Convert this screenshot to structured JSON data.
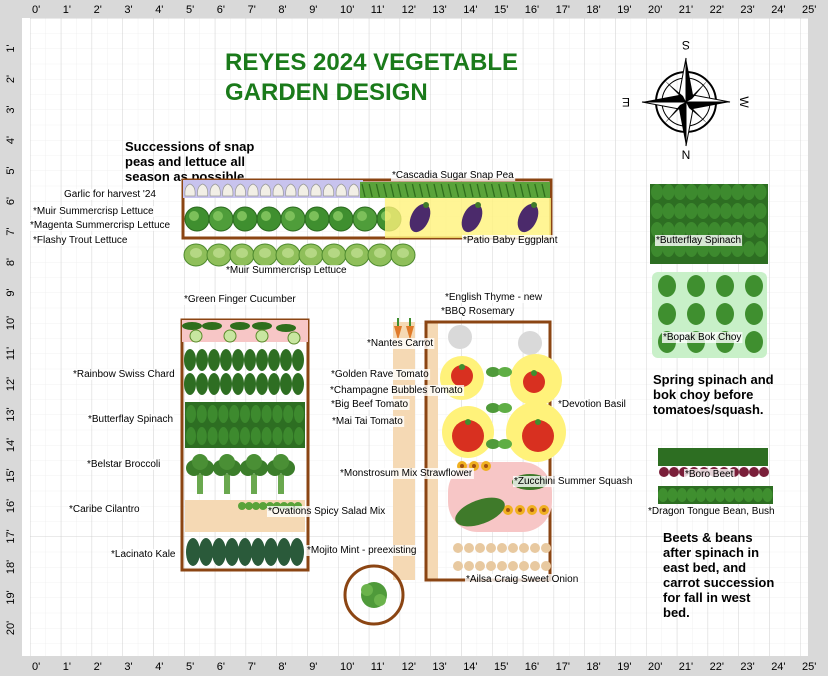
{
  "title": {
    "line1": "REYES 2024 VEGETABLE",
    "line2": "GARDEN DESIGN",
    "color": "#1a7a1a"
  },
  "ruler": {
    "top": [
      "0'",
      "1'",
      "2'",
      "3'",
      "4'",
      "5'",
      "6'",
      "7'",
      "8'",
      "9'",
      "10'",
      "11'",
      "12'",
      "13'",
      "14'",
      "15'",
      "16'",
      "17'",
      "18'",
      "19'",
      "20'",
      "21'",
      "22'",
      "23'",
      "24'",
      "25'"
    ],
    "left": [
      "1'",
      "2'",
      "3'",
      "4'",
      "5'",
      "6'",
      "7'",
      "8'",
      "9'",
      "10'",
      "11'",
      "12'",
      "13'",
      "14'",
      "15'",
      "16'",
      "17'",
      "18'",
      "19'",
      "20'"
    ]
  },
  "compass": {
    "n": "N",
    "s": "S",
    "e": "E",
    "w": "W"
  },
  "notes": {
    "successions": [
      "Successions of snap",
      "peas and lettuce all",
      "season as possible."
    ],
    "spring": [
      "Spring spinach and",
      "bok choy before",
      "tomatoes/squash."
    ],
    "beets": [
      "Beets & beans",
      "after spinach in",
      "east bed, and",
      "carrot succession",
      "for fall in west",
      "bed."
    ]
  },
  "labels": {
    "garlic": "Garlic for harvest '24",
    "snap_pea": "*Cascadia Sugar Snap Pea",
    "muir1": "*Muir Summercrisp Lettuce",
    "magenta": "*Magenta Summercrisp Lettuce",
    "flashy": "*Flashy Trout Lettuce",
    "eggplant": "*Patio Baby Eggplant",
    "muir2": "*Muir Summercrisp Lettuce",
    "spinach_ne": "*Butterflay Spinach",
    "bokchoy": "*Bopak Bok Choy",
    "cucumber": "*Green Finger Cucumber",
    "thyme": "*English Thyme - new",
    "rosemary": "*BBQ Rosemary",
    "carrot": "*Nantes Carrot",
    "chard": "*Rainbow Swiss Chard",
    "golden": "*Golden Rave Tomato",
    "champagne": "*Champagne Bubbles Tomato",
    "bigbeef": "*Big Beef Tomato",
    "devotion": "*Devotion Basil",
    "spinach_w": "*Butterflay Spinach",
    "maitai": "*Mai Tai Tomato",
    "broccoli": "*Belstar Broccoli",
    "strawflower": "*Monstrosum Mix Strawflower",
    "zucchini": "*Zucchini Summer Squash",
    "beet": "*Boro Beet",
    "cilantro": "*Caribe Cilantro",
    "salad": "*Ovations Spicy Salad Mix",
    "bean": "*Dragon Tongue Bean, Bush",
    "kale": "*Lacinato Kale",
    "mint": "*Mojito Mint - preexisting",
    "onion": "*Ailsa Craig Sweet Onion"
  },
  "colors": {
    "bed_wood": "#8b4513",
    "grid": "#cfcfcf",
    "ruler": "#d9d9d9",
    "lettuce": "#3f8f2f",
    "spinach": "#2d6e22",
    "eggplant": "#4b2a6b",
    "tomato": "#d83020",
    "highlight_yellow": "#fff27a",
    "highlight_pink": "#f7c6c6",
    "highlight_green": "#c8f0c8",
    "highlight_purple": "#c8c3ee"
  }
}
